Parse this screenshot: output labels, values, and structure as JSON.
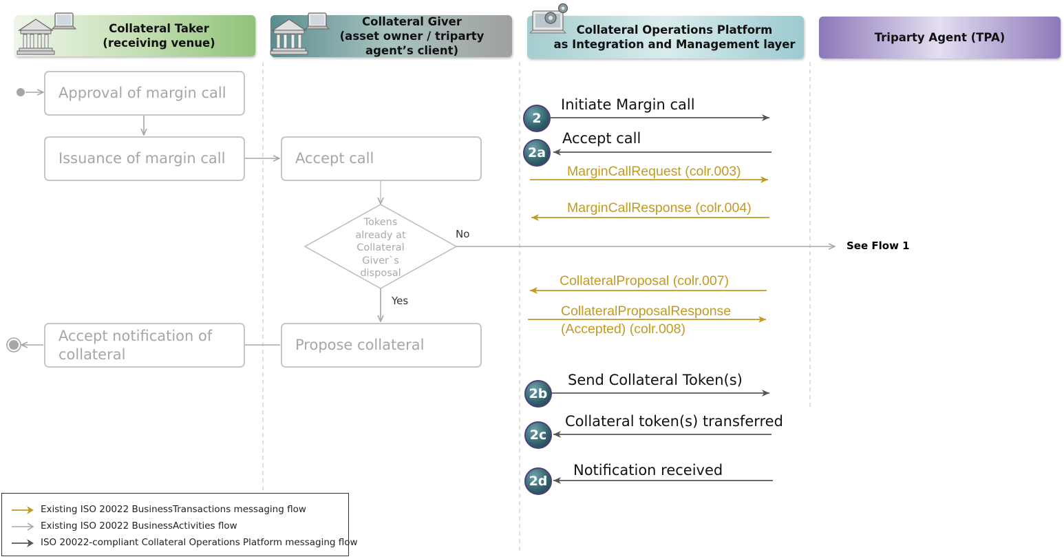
{
  "lanes": {
    "taker": {
      "title_line1": "Collateral Taker",
      "title_line2": "(receiving venue)"
    },
    "giver": {
      "title_line1": "Collateral Giver",
      "title_line2": "(asset owner / triparty",
      "title_line3": "agent’s client)"
    },
    "cop": {
      "title_line1": "Collateral Operations Platform",
      "title_line2": "as Integration and Management layer"
    },
    "tpa": {
      "title": "Triparty Agent (TPA)"
    }
  },
  "activities": {
    "approval": "Approval of margin call",
    "issuance": "Issuance of margin call",
    "accept_call": "Accept call",
    "propose": "Propose collateral",
    "accept_notification_line1": "Accept notification of",
    "accept_notification_line2": "collateral"
  },
  "decision": {
    "lines": [
      "Tokens",
      "already at",
      "Collateral",
      "Giver`s",
      "disposal"
    ],
    "no_label": "No",
    "yes_label": "Yes",
    "see_flow": "See Flow 1"
  },
  "steps": [
    {
      "id": "2",
      "label": "Initiate Margin call"
    },
    {
      "id": "2a",
      "label": "Accept call"
    },
    {
      "id": "2b",
      "label": "Send Collateral Token(s)"
    },
    {
      "id": "2c",
      "label": "Collateral token(s) transferred"
    },
    {
      "id": "2d",
      "label": "Notification received"
    }
  ],
  "messages": {
    "margin_request": "MarginCallRequest (colr.003)",
    "margin_response": "MarginCallResponse (colr.004)",
    "proposal": "CollateralProposal (colr.007)",
    "proposal_response_line1": "CollateralProposalResponse",
    "proposal_response_line2": "(Accepted) (colr.008)"
  },
  "legend": [
    {
      "text": "Existing ISO 20022 BusinessTransactions messaging flow",
      "color": "#c19a21"
    },
    {
      "text": "Existing ISO 20022 BusinessActivities flow",
      "color": "#a6a6a6"
    },
    {
      "text": "ISO 20022-compliant Collateral Operations Platform messaging flow",
      "color": "#555555"
    }
  ],
  "colors": {
    "gold": "#c19a21",
    "grey_flow": "#a6a6a6",
    "dark_flow": "#555555",
    "step_circle": "#2f5f6a"
  },
  "icons": {
    "taker": "bank-laptop-icon",
    "giver": "bank-laptop-icon",
    "cop": "laptop-gears-icon",
    "start": "start-event-icon",
    "end": "end-event-icon"
  }
}
